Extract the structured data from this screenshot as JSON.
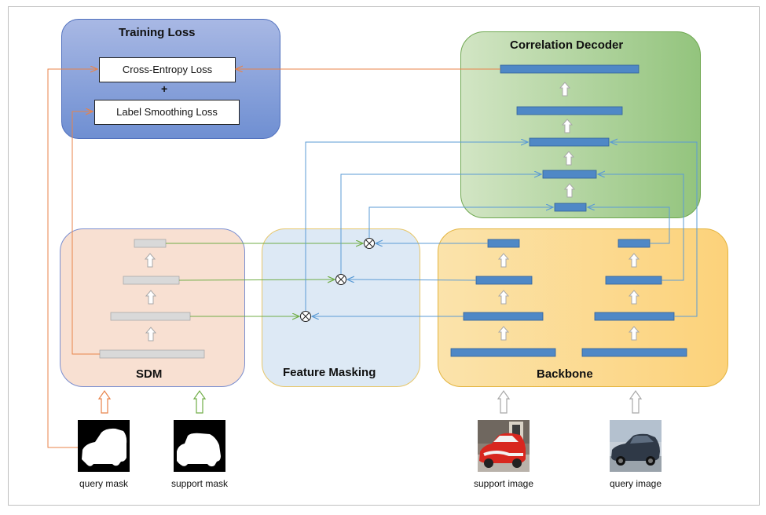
{
  "panels": {
    "training_loss": "Training Loss",
    "correlation_decoder": "Correlation Decoder",
    "sdm": "SDM",
    "feature_masking": "Feature Masking",
    "backbone": "Backbone"
  },
  "losses": {
    "cross_entropy": "Cross-Entropy Loss",
    "plus": "+",
    "label_smoothing": "Label Smoothing Loss"
  },
  "inputs": {
    "query_mask": "query mask",
    "support_mask": "support mask",
    "support_image": "support image",
    "query_image": "query image"
  },
  "colors": {
    "feature_bar": "#4f88c6",
    "mask_bar": "#d9d9d9",
    "loss_arrow": "#e8834a",
    "feature_arrow": "#5b9bd5",
    "mask_arrow": "#70ad47"
  },
  "icons": {
    "multiply": "circled-times-icon",
    "up_arrow": "hollow-up-arrow-icon"
  }
}
